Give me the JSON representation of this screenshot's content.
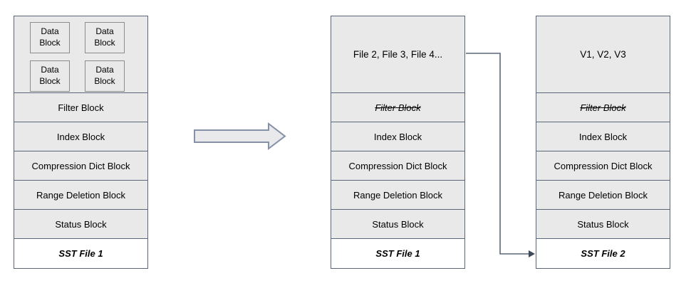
{
  "colors": {
    "block_fill": "#e9e9e9",
    "block_border": "#5b6779",
    "inner_border": "#8c8c8c",
    "footer_fill": "#ffffff",
    "arrow_fill": "#e9e9eb",
    "arrow_border": "#8491a8",
    "connector": "#5b6779",
    "connector_head": "#3e4a5e",
    "text": "#000000"
  },
  "columns": [
    {
      "data_blocks": [
        "Data Block",
        "Data Block",
        "Data Block",
        "Data Block"
      ],
      "rows": [
        {
          "label": "Filter Block",
          "struck": false
        },
        {
          "label": "Index Block",
          "struck": false
        },
        {
          "label": "Compression Dict Block",
          "struck": false
        },
        {
          "label": "Range Deletion Block",
          "struck": false
        },
        {
          "label": "Status Block",
          "struck": false
        }
      ],
      "footer": "SST File 1"
    },
    {
      "header_text": "File 2, File 3, File 4...",
      "rows": [
        {
          "label": "Filter Block",
          "struck": true
        },
        {
          "label": "Index Block",
          "struck": false
        },
        {
          "label": "Compression Dict Block",
          "struck": false
        },
        {
          "label": "Range Deletion Block",
          "struck": false
        },
        {
          "label": "Status Block",
          "struck": false
        }
      ],
      "footer": "SST File 1"
    },
    {
      "header_text": "V1, V2, V3",
      "rows": [
        {
          "label": "Filter Block",
          "struck": true
        },
        {
          "label": "Index Block",
          "struck": false
        },
        {
          "label": "Compression Dict Block",
          "struck": false
        },
        {
          "label": "Range Deletion Block",
          "struck": false
        },
        {
          "label": "Status Block",
          "struck": false
        }
      ],
      "footer": "SST File 2"
    }
  ]
}
